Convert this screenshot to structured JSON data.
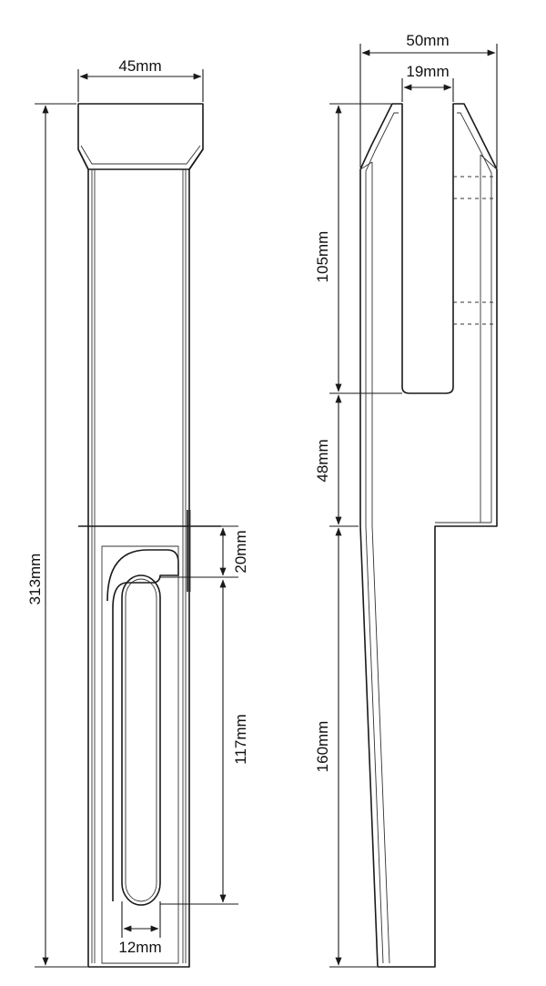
{
  "labels": {
    "width_top": "45mm",
    "total_height": "313mm",
    "slot_offset": "20mm",
    "slot_length": "117mm",
    "slot_width": "12mm",
    "side_width": "50mm",
    "notch_width": "19mm",
    "notch_depth": "105mm",
    "mid_section": "48mm",
    "lower_section": "160mm"
  },
  "colors": {
    "stroke": "#1a1a1a",
    "background": "#ffffff"
  }
}
